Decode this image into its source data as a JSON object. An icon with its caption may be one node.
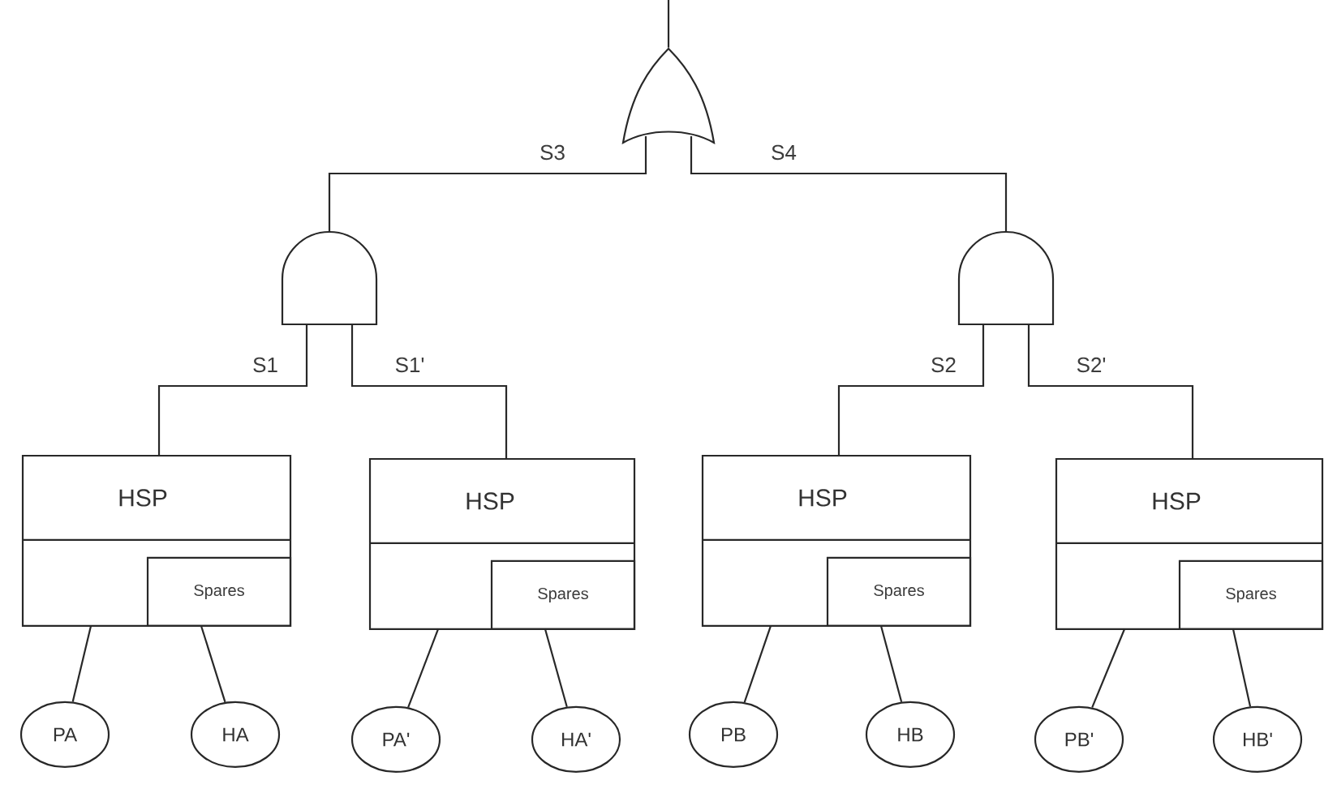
{
  "diagram": {
    "nodes": [
      {
        "text": [],
        "shape": "or-gate"
      },
      {
        "text": [],
        "shape": "and-gate"
      },
      {
        "text": [],
        "shape": "and-gate"
      },
      {
        "text": [
          "HSP"
        ]
      },
      {
        "text": [
          "Spares"
        ],
        "in": 3
      },
      {
        "text": [
          "HSP"
        ]
      },
      {
        "text": [
          "Spares"
        ],
        "in": 5
      },
      {
        "text": [
          "HSP"
        ]
      },
      {
        "text": [
          "Spares"
        ],
        "in": 7
      },
      {
        "text": [
          "HSP"
        ]
      },
      {
        "text": [
          "Spares"
        ],
        "in": 9
      },
      {
        "text": [
          "PA"
        ]
      },
      {
        "text": [
          "HA"
        ]
      },
      {
        "text": [
          "PA'"
        ]
      },
      {
        "text": [
          "HA'"
        ]
      },
      {
        "text": [
          "PB"
        ]
      },
      {
        "text": [
          "HB"
        ]
      },
      {
        "text": [
          "PB'"
        ]
      },
      {
        "text": [
          "HB'"
        ]
      }
    ],
    "edges": [
      {
        "from": 0,
        "to": null,
        "arrow": "none"
      },
      {
        "from": 0,
        "to": 1,
        "arrow": "none",
        "label": "S3"
      },
      {
        "from": 0,
        "to": 2,
        "arrow": "none",
        "label": "S4"
      },
      {
        "from": 1,
        "to": 3,
        "arrow": "none",
        "label": "S1"
      },
      {
        "from": 1,
        "to": 5,
        "arrow": "none",
        "label": "S1'"
      },
      {
        "from": 2,
        "to": 7,
        "arrow": "none",
        "label": "S2"
      },
      {
        "from": 2,
        "to": 9,
        "arrow": "none",
        "label": "S2'"
      },
      {
        "from": 3,
        "to": 11,
        "arrow": "none"
      },
      {
        "from": 4,
        "to": 12,
        "arrow": "none"
      },
      {
        "from": 5,
        "to": 13,
        "arrow": "none"
      },
      {
        "from": 6,
        "to": 14,
        "arrow": "none"
      },
      {
        "from": 7,
        "to": 15,
        "arrow": "none"
      },
      {
        "from": 8,
        "to": 16,
        "arrow": "none"
      },
      {
        "from": 9,
        "to": 17,
        "arrow": "none"
      },
      {
        "from": 10,
        "to": 18,
        "arrow": "none"
      }
    ]
  }
}
